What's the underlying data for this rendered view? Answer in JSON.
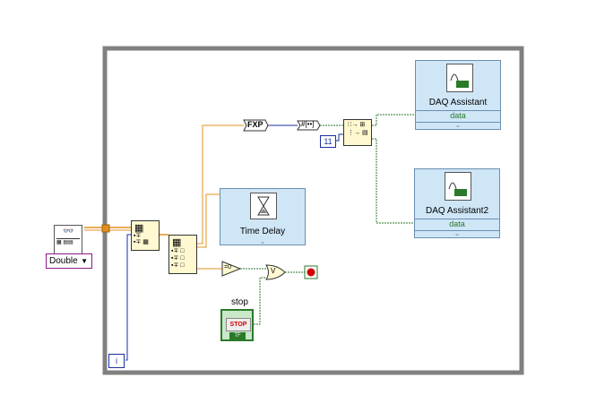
{
  "diagram": {
    "loop_iteration_label": "i",
    "ring_constant": "Double",
    "fxp_node_label": "FXP",
    "numeric_constant": "11",
    "time_delay": {
      "title": "Time Delay"
    },
    "daq_assistant": {
      "title": "DAQ Assistant",
      "output_label": "data"
    },
    "daq_assistant2": {
      "title": "DAQ Assistant2",
      "output_label": "data"
    },
    "stop_control": {
      "label": "stop",
      "button_text": "STOP",
      "tf_text": "TF"
    },
    "comparison_label": "=0",
    "or_label": "V"
  },
  "colors": {
    "loop_frame": "#808080",
    "orange_wire": "#e09020",
    "blue_wire": "#1a2fa0",
    "green_wire": "#2a7a2a",
    "express_bg": "#cfe6f7",
    "stop_button": "#d00000"
  }
}
